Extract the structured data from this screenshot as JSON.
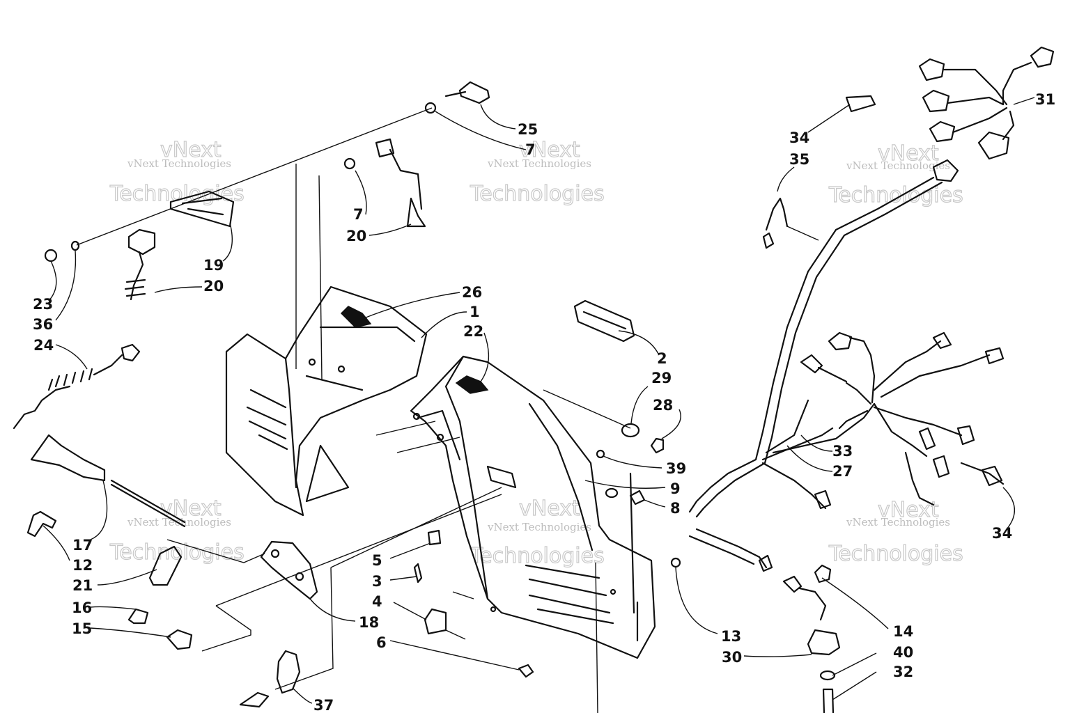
{
  "watermark": {
    "line1": "vNext Technologies",
    "line2": "Technologies",
    "line3": "vNext"
  },
  "callouts": [
    "1",
    "2",
    "3",
    "4",
    "5",
    "6",
    "7",
    "7",
    "8",
    "9",
    "12",
    "13",
    "14",
    "15",
    "16",
    "17",
    "18",
    "19",
    "20",
    "20",
    "21",
    "22",
    "23",
    "24",
    "25",
    "26",
    "27",
    "28",
    "29",
    "30",
    "31",
    "32",
    "33",
    "34",
    "34",
    "35",
    "36",
    "37",
    "39",
    "40"
  ]
}
